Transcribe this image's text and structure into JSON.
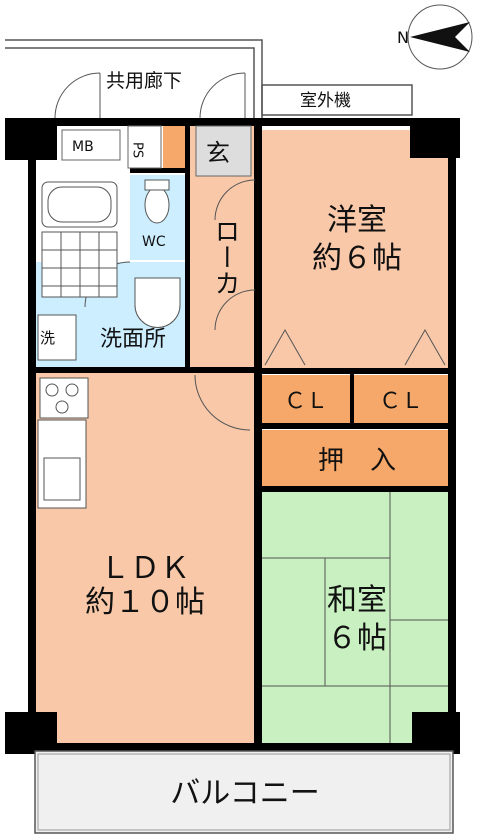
{
  "compass": {
    "label": "N"
  },
  "rooms": {
    "corridor": "共用廊下",
    "outdoor_unit": "室外機",
    "mb": "MB",
    "ps": "PS",
    "genkan": "玄",
    "western_room": {
      "name": "洋室",
      "size": "約６帖"
    },
    "wc": "WC",
    "hallway": "ローカ",
    "washroom": "洗面所",
    "washer": "洗",
    "closet_1": "ＣＬ",
    "closet_2": "ＣＬ",
    "oshiire": "押　入",
    "ldk": {
      "name": "ＬＤＫ",
      "size": "約１０帖"
    },
    "japanese_room": {
      "name": "和室",
      "size": "６帖"
    },
    "balcony": "バルコニー"
  },
  "colors": {
    "wood_floor": "#f8c8a8",
    "tatami": "#c8f0c0",
    "wet_area": "#cceeff",
    "storage": "#f5a86a",
    "wall": "#000000",
    "balcony": "#f0f0f0"
  }
}
